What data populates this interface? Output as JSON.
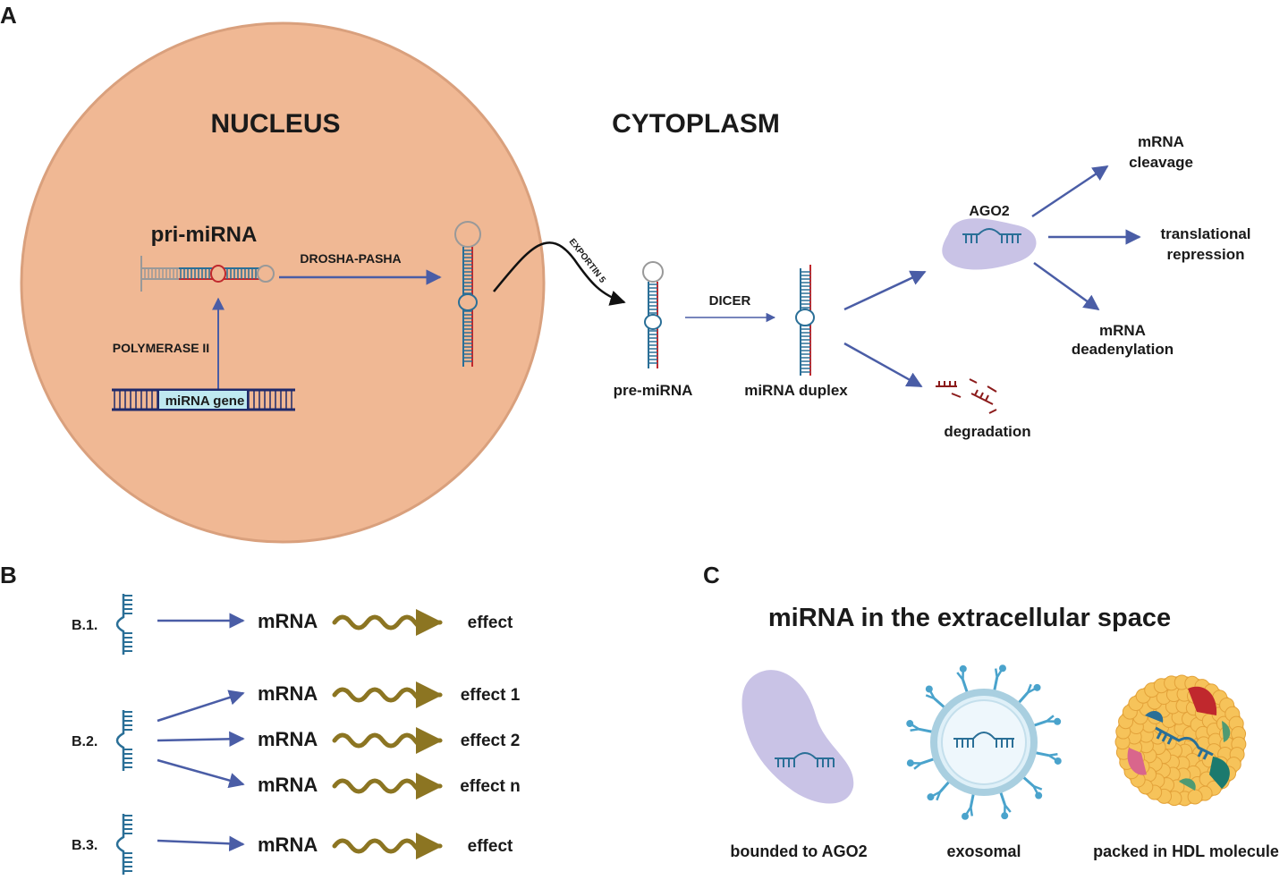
{
  "panel_labels": {
    "a": "A",
    "b": "B",
    "c": "C"
  },
  "panel_a": {
    "nucleus_title": "NUCLEUS",
    "cytoplasm_title": "CYTOPLASM",
    "pri_mirna": "pri-miRNA",
    "drosha": "DROSHA-PASHA",
    "polymerase": "POLYMERASE II",
    "mirna_gene": "miRNA gene",
    "exportin": "EXPORTIN 5",
    "pre_mirna": "pre-miRNA",
    "dicer": "DICER",
    "duplex": "miRNA duplex",
    "ago2": "AGO2",
    "cleavage_1": "mRNA",
    "cleavage_2": "cleavage",
    "repression_1": "translational",
    "repression_2": "repression",
    "deadenylation_1": "mRNA",
    "deadenylation_2": "deadenylation",
    "degradation": "degradation"
  },
  "panel_b": {
    "rows": [
      {
        "label": "B.1.",
        "targets": [
          {
            "mrna": "mRNA",
            "effect": "effect"
          }
        ]
      },
      {
        "label": "B.2.",
        "targets": [
          {
            "mrna": "mRNA",
            "effect": "effect 1"
          },
          {
            "mrna": "mRNA",
            "effect": "effect 2"
          },
          {
            "mrna": "mRNA",
            "effect": "effect n"
          }
        ]
      },
      {
        "label": "B.3.",
        "targets": [
          {
            "mrna": "mRNA",
            "effect": "effect"
          }
        ]
      }
    ]
  },
  "panel_c": {
    "title": "miRNA in the extracellular space",
    "items": [
      {
        "label": "bounded to AGO2"
      },
      {
        "label": "exosomal"
      },
      {
        "label": "packed in HDL molecule"
      }
    ]
  },
  "colors": {
    "nucleus_fill": "#f0b894",
    "nucleus_stroke": "#d9a07d",
    "arrow": "#4a5da6",
    "strand_blue": "#2a6f97",
    "strand_red": "#c0282d",
    "ago2": "#c9c3e6",
    "mrna_wave": "#8c7522",
    "degradation": "#8b1a1a",
    "gene_dark": "#1f2a6b",
    "gene_box": "#bfe9f0"
  }
}
